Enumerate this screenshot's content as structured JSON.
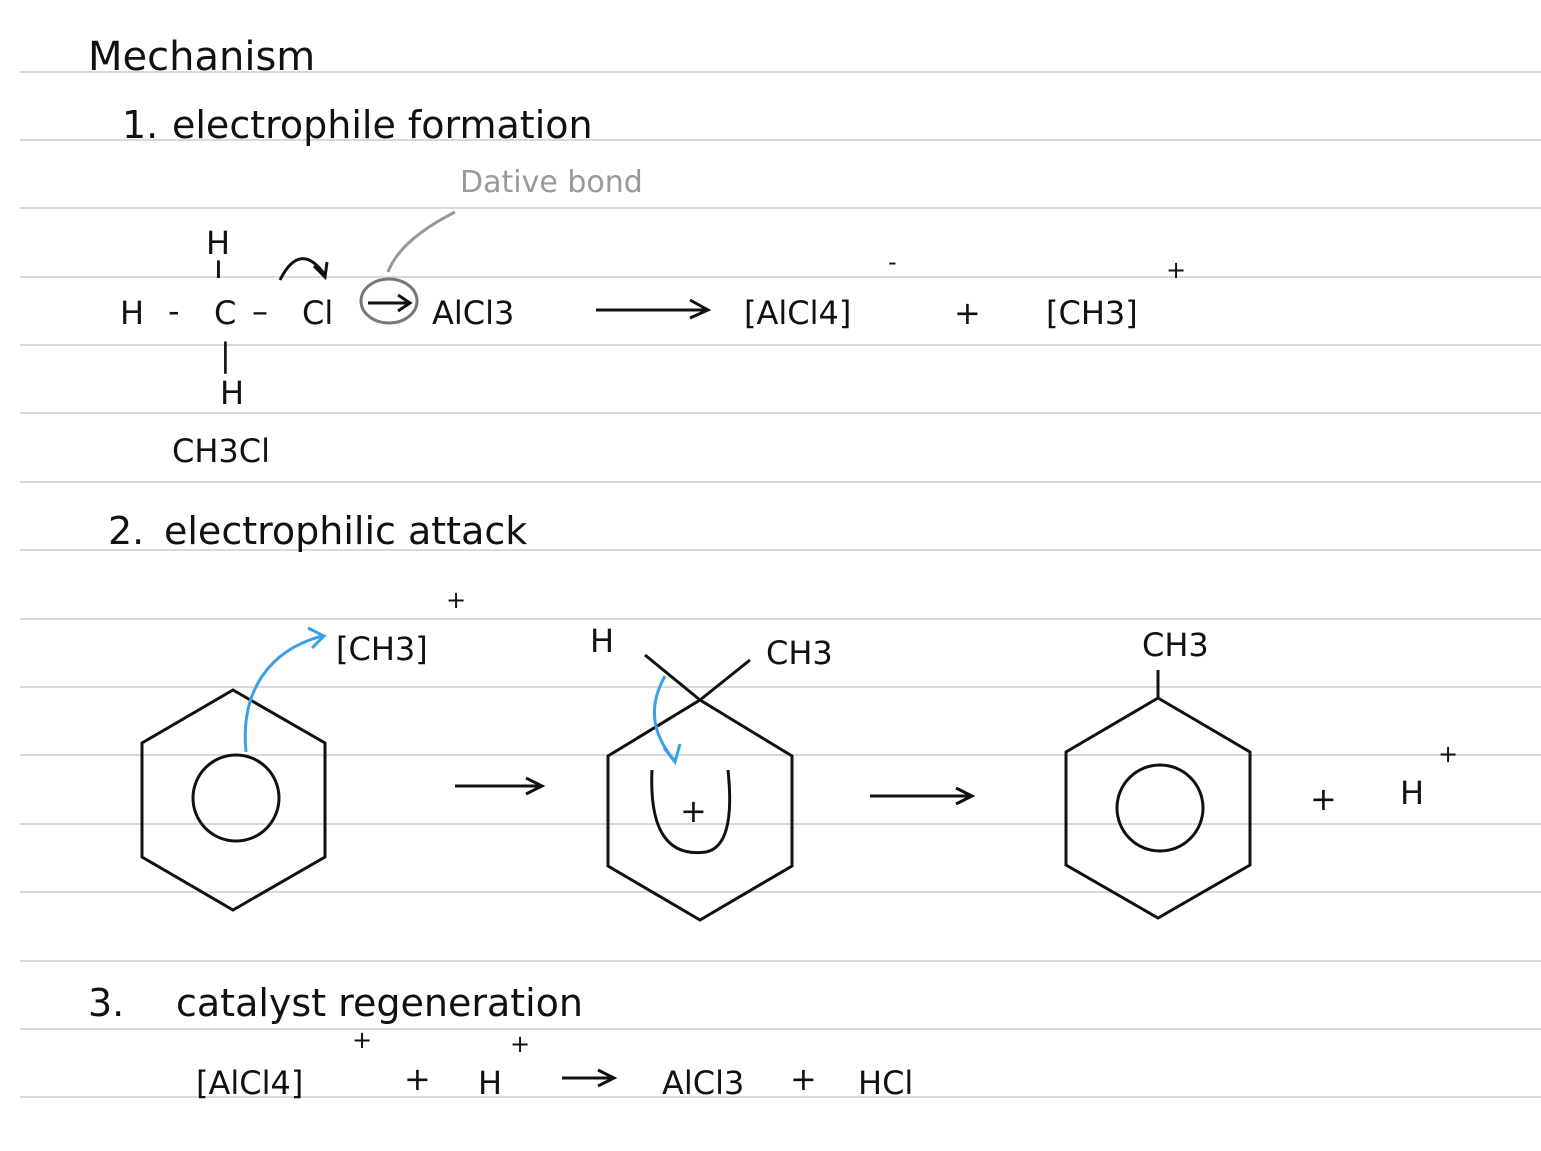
{
  "heading": "Mechanism",
  "steps": [
    {
      "number": "1.",
      "title": "electrophile formation"
    },
    {
      "number": "2.",
      "title": "electrophilic attack"
    },
    {
      "number": "3.",
      "title": "catalyst regeneration"
    }
  ],
  "step1": {
    "annotation": "Dative bond",
    "structure": {
      "h_top": "H",
      "h_left": "H",
      "c": "C",
      "cl": "Cl",
      "h_bottom": "H",
      "bond_h_c": "-",
      "bond_c_cl": "–",
      "vbond_top": "ı",
      "vbond_bottom": "|",
      "formula": "CH3Cl"
    },
    "reagent": "AlCl3",
    "products": [
      {
        "species": "[AlCl4]",
        "charge": "-"
      },
      {
        "species": "[CH3]",
        "charge": "+"
      }
    ],
    "plus": "+"
  },
  "step2": {
    "electrophile": "[CH3]",
    "electrophile_charge": "+",
    "intermediate_h": "H",
    "intermediate_ch3": "CH3",
    "intermediate_charge": "+",
    "product_sub": "CH3",
    "plus": "+",
    "byproduct": "H",
    "byproduct_charge": "+"
  },
  "step3": {
    "reactant1": "[AlCl4]",
    "reactant1_charge": "+",
    "plus1": "+",
    "reactant2": "H",
    "reactant2_charge": "+",
    "product1": "AlCl3",
    "plus2": "+",
    "product2": "HCl"
  },
  "colors": {
    "ink": "#111111",
    "rule": "#d9d9d9",
    "annotation": "#999999",
    "arrow_blue": "#3aa0ea"
  }
}
